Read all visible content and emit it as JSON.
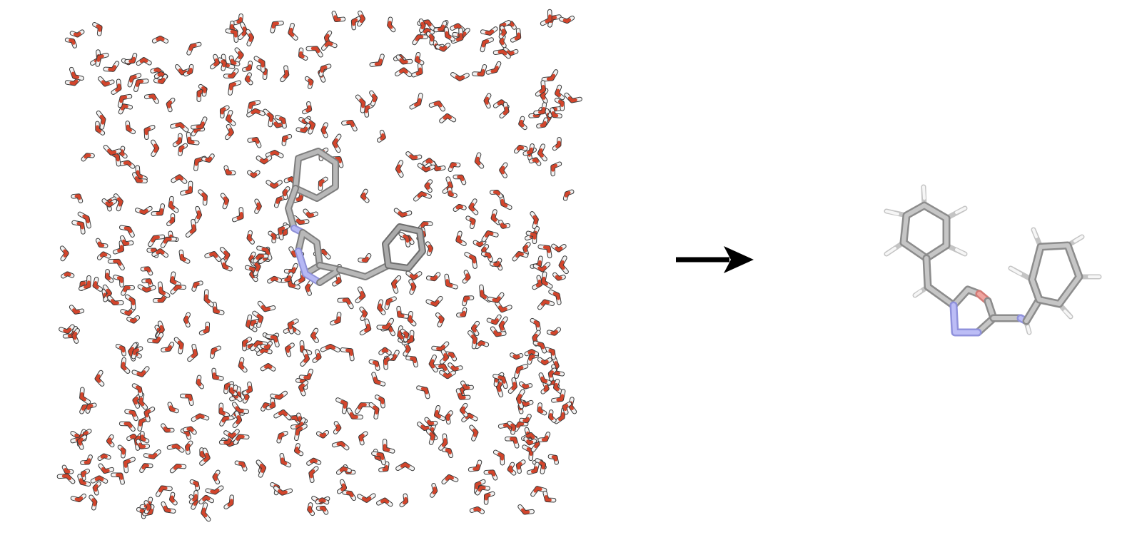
{
  "figure": {
    "left_panel": {
      "name": "solvated-molecule-box",
      "solvent": "water",
      "water_molecule_count": 620,
      "colors": {
        "oxygen": "#d2452c",
        "hydrogen": "#f2f2f2",
        "carbon": "#9c9c9c",
        "nitrogen": "#a9acf0"
      }
    },
    "arrow": {
      "icon": "right-arrow-icon",
      "color": "#000000"
    },
    "right_panel": {
      "name": "isolated-molecule",
      "colors": {
        "bond": "#a8a8a8",
        "hydrogen": "#f4f4f4",
        "oxygen": "#e07f79",
        "nitrogen": "#a7a8ee"
      }
    }
  }
}
